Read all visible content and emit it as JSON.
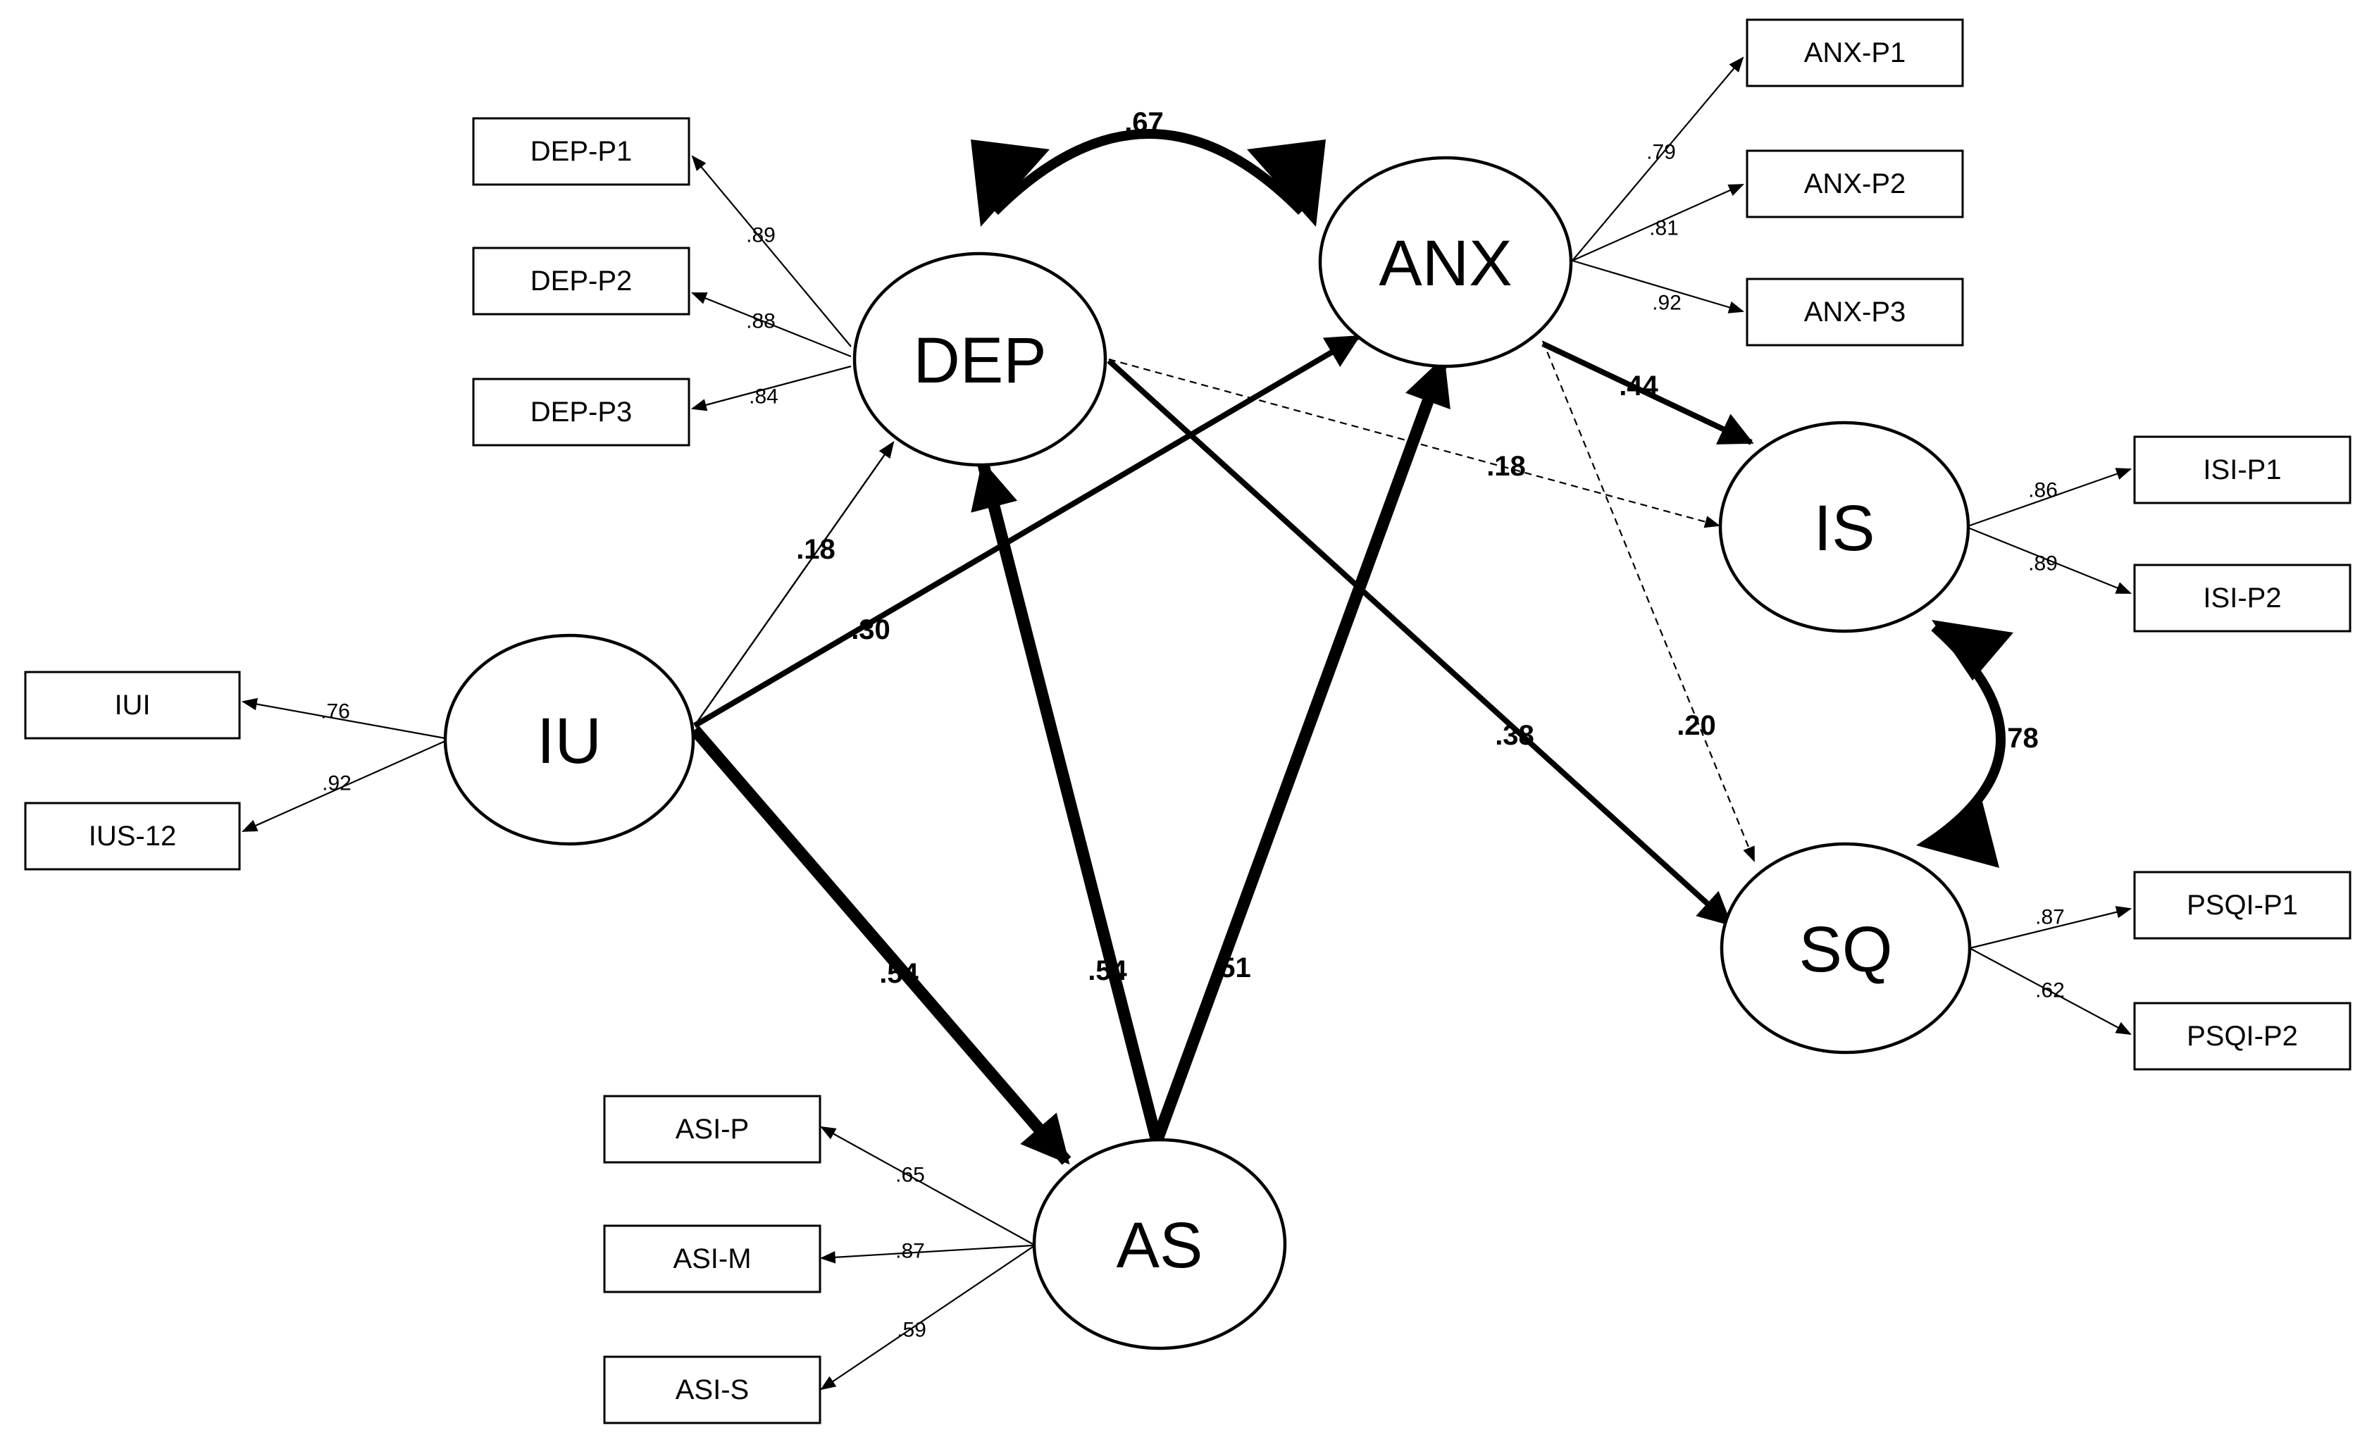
{
  "latents": {
    "iu": "IU",
    "dep": "DEP",
    "anx": "ANX",
    "as": "AS",
    "is": "IS",
    "sq": "SQ"
  },
  "indicators": {
    "dep_p1": "DEP-P1",
    "dep_p2": "DEP-P2",
    "dep_p3": "DEP-P3",
    "anx_p1": "ANX-P1",
    "anx_p2": "ANX-P2",
    "anx_p3": "ANX-P3",
    "iui": "IUI",
    "ius_12": "IUS-12",
    "isi_p1": "ISI-P1",
    "isi_p2": "ISI-P2",
    "psqi_p1": "PSQI-P1",
    "psqi_p2": "PSQI-P2",
    "asi_p": "ASI-P",
    "asi_m": "ASI-M",
    "asi_s": "ASI-S"
  },
  "loadings": {
    "dep_p1": ".89",
    "dep_p2": ".88",
    "dep_p3": ".84",
    "anx_p1": ".79",
    "anx_p2": ".81",
    "anx_p3": ".92",
    "iui": ".76",
    "ius_12": ".92",
    "isi_p1": ".86",
    "isi_p2": ".89",
    "psqi_p1": ".87",
    "psqi_p2": ".62",
    "asi_p": ".65",
    "asi_m": ".87",
    "asi_s": ".59"
  },
  "paths": {
    "dep_anx_cov": ".67",
    "is_sq_cov": ".78",
    "iu_dep": ".18",
    "iu_anx": ".30",
    "iu_as": ".54",
    "as_dep": ".54",
    "as_anx": ".51",
    "anx_is": ".44",
    "dep_is": ".18",
    "dep_sq": ".38",
    "anx_sq": ".20"
  }
}
